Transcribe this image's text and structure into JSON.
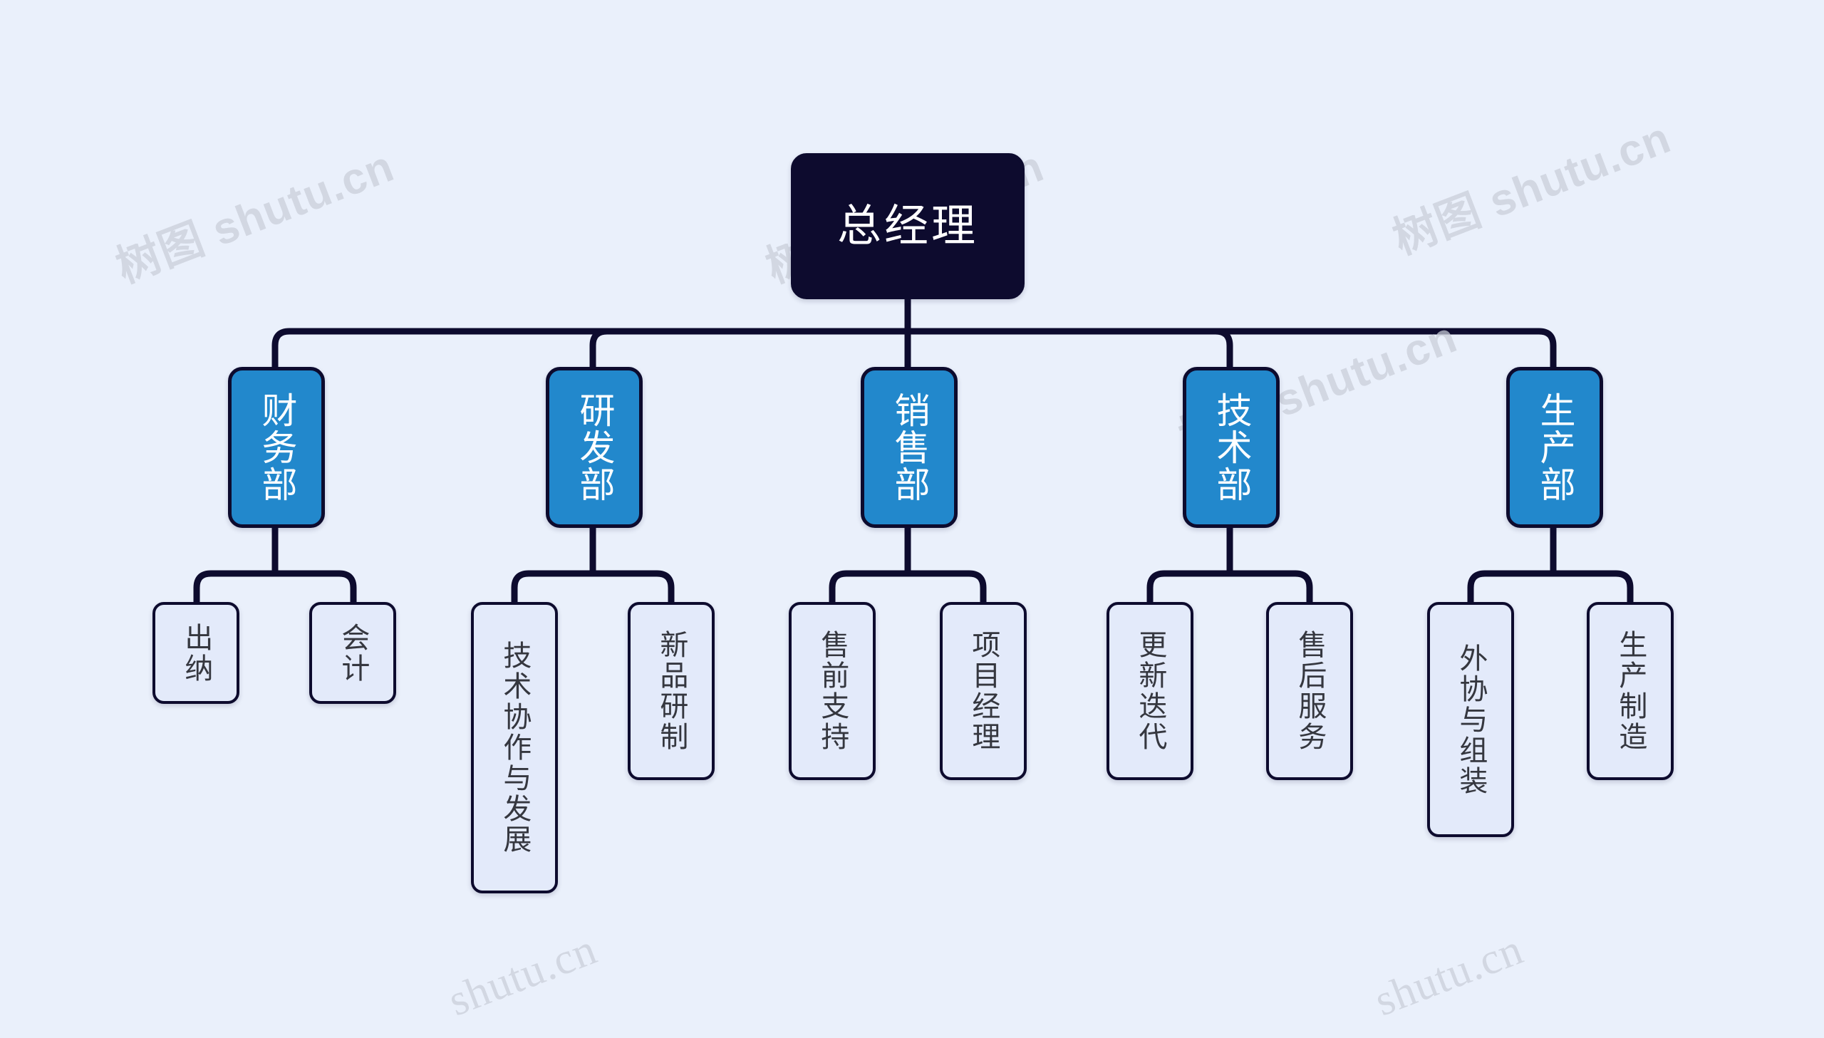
{
  "chart_data": {
    "type": "diagram",
    "diagram_type": "organization-chart",
    "title": "总经理组织架构图",
    "orientation": "top-down",
    "node_text_direction": "vertical",
    "colors": {
      "background": "#eaf0fb",
      "root_fill": "#0d0b2e",
      "root_text": "#ffffff",
      "department_fill": "#2288cc",
      "department_text": "#ffffff",
      "leaf_fill": "#e3eafa",
      "leaf_text": "#35373f",
      "connector": "#0d0b2e",
      "watermark": "#c9ced9"
    },
    "levels": 3,
    "node_count": 16,
    "nodes": [
      {
        "id": "root",
        "label": "总经理",
        "level": 0,
        "parent": null
      },
      {
        "id": "d1",
        "label": "财务部",
        "level": 1,
        "parent": "root"
      },
      {
        "id": "d2",
        "label": "研发部",
        "level": 1,
        "parent": "root"
      },
      {
        "id": "d3",
        "label": "销售部",
        "level": 1,
        "parent": "root"
      },
      {
        "id": "d4",
        "label": "技术部",
        "level": 1,
        "parent": "root"
      },
      {
        "id": "d5",
        "label": "生产部",
        "level": 1,
        "parent": "root"
      },
      {
        "id": "l1",
        "label": "出纳",
        "level": 2,
        "parent": "d1"
      },
      {
        "id": "l2",
        "label": "会计",
        "level": 2,
        "parent": "d1"
      },
      {
        "id": "l3",
        "label": "技术协作与发展",
        "level": 2,
        "parent": "d2"
      },
      {
        "id": "l4",
        "label": "新品研制",
        "level": 2,
        "parent": "d2"
      },
      {
        "id": "l5",
        "label": "售前支持",
        "level": 2,
        "parent": "d3"
      },
      {
        "id": "l6",
        "label": "项目经理",
        "level": 2,
        "parent": "d3"
      },
      {
        "id": "l7",
        "label": "更新迭代",
        "level": 2,
        "parent": "d4"
      },
      {
        "id": "l8",
        "label": "售后服务",
        "level": 2,
        "parent": "d4"
      },
      {
        "id": "l9",
        "label": "外协与组装",
        "level": 2,
        "parent": "d5"
      },
      {
        "id": "l10",
        "label": "生产制造",
        "level": 2,
        "parent": "d5"
      }
    ]
  },
  "root": {
    "label": "总经理"
  },
  "departments": [
    {
      "label": "财务部"
    },
    {
      "label": "研发部"
    },
    {
      "label": "销售部"
    },
    {
      "label": "技术部"
    },
    {
      "label": "生产部"
    }
  ],
  "leaves": [
    {
      "label": "出纳"
    },
    {
      "label": "会计"
    },
    {
      "label": "技术协作与发展"
    },
    {
      "label": "新品研制"
    },
    {
      "label": "售前支持"
    },
    {
      "label": "项目经理"
    },
    {
      "label": "更新迭代"
    },
    {
      "label": "售后服务"
    },
    {
      "label": "外协与组装"
    },
    {
      "label": "生产制造"
    }
  ],
  "watermarks": [
    {
      "text": "树图 shutu.cn"
    },
    {
      "text": "树图 shutu.cn"
    },
    {
      "text": "树图 shutu.cn"
    },
    {
      "text": "树图 shutu.cn"
    },
    {
      "text": "shutu.cn"
    },
    {
      "text": "shutu.cn"
    }
  ]
}
